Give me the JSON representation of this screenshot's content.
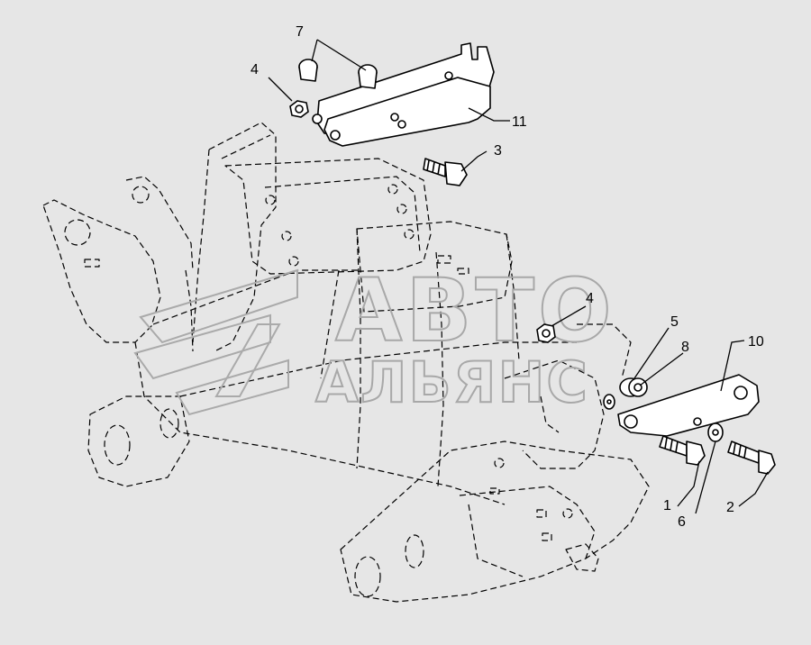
{
  "diagram": {
    "callouts": [
      {
        "id": "c1",
        "label": "1"
      },
      {
        "id": "c2",
        "label": "2"
      },
      {
        "id": "c3",
        "label": "3"
      },
      {
        "id": "c4a",
        "label": "4"
      },
      {
        "id": "c4b",
        "label": "4"
      },
      {
        "id": "c5",
        "label": "5"
      },
      {
        "id": "c6",
        "label": "6"
      },
      {
        "id": "c7",
        "label": "7"
      },
      {
        "id": "c8",
        "label": "8"
      },
      {
        "id": "c10",
        "label": "10"
      },
      {
        "id": "c11",
        "label": "11"
      }
    ]
  },
  "watermark": {
    "line1": "АВТО",
    "line2": "АЛЬЯНС"
  }
}
